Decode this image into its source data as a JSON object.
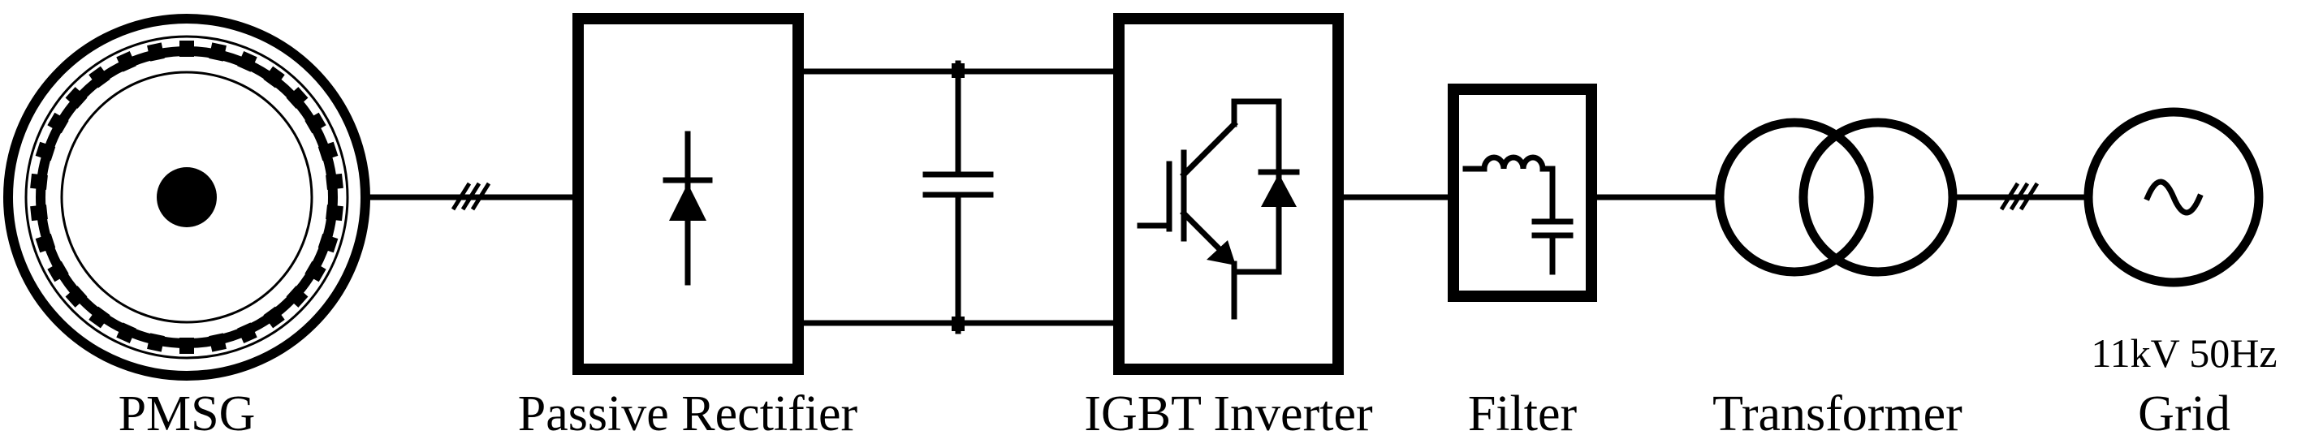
{
  "diagram": {
    "labels": {
      "pmsg": "PMSG",
      "rectifier": "Passive Rectifier",
      "inverter": "IGBT Inverter",
      "filter": "Filter",
      "transformer": "Transformer",
      "grid_rating": "11kV 50Hz",
      "grid": "Grid"
    },
    "colors": {
      "stroke": "#000000",
      "background": "#ffffff"
    },
    "icons": [
      "pmsg-generator-icon",
      "three-phase-marker-icon",
      "diode-icon",
      "dc-link-capacitor-icon",
      "igbt-with-diode-icon",
      "lc-filter-icon",
      "transformer-icon",
      "ac-source-icon"
    ]
  }
}
